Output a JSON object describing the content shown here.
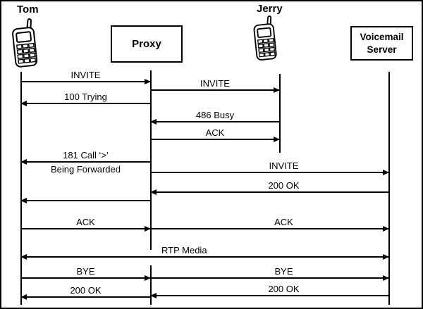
{
  "entities": {
    "tom": {
      "label": "Tom",
      "type": "phone"
    },
    "proxy": {
      "label": "Proxy",
      "type": "box"
    },
    "jerry": {
      "label": "Jerry",
      "type": "phone"
    },
    "voicemail": {
      "label": "Voicemail Server",
      "type": "box"
    }
  },
  "messages": [
    {
      "from": "Tom",
      "to": "Proxy",
      "label": "INVITE"
    },
    {
      "from": "Proxy",
      "to": "Jerry",
      "label": "INVITE"
    },
    {
      "from": "Proxy",
      "to": "Tom",
      "label": "100 Trying"
    },
    {
      "from": "Jerry",
      "to": "Proxy",
      "label": "486 Busy"
    },
    {
      "from": "Proxy",
      "to": "Jerry",
      "label": "ACK"
    },
    {
      "from": "Proxy",
      "to": "Tom",
      "label": "181 Call ‘>’",
      "label_line2": "Being Forwarded"
    },
    {
      "from": "Proxy",
      "to": "Voicemail Server",
      "label": "INVITE"
    },
    {
      "from": "Voicemail Server",
      "to": "Proxy",
      "label": "200 OK"
    },
    {
      "from": "Proxy",
      "to": "Tom",
      "label": ""
    },
    {
      "from": "Tom",
      "to": "Proxy",
      "label": "ACK"
    },
    {
      "from": "Proxy",
      "to": "Voicemail Server",
      "label": "ACK"
    },
    {
      "from": "Tom",
      "to": "Voicemail Server",
      "label": "RTP Media",
      "bidirectional": true
    },
    {
      "from": "Tom",
      "to": "Proxy",
      "label": "BYE"
    },
    {
      "from": "Proxy",
      "to": "Voicemail Server",
      "label": "BYE"
    },
    {
      "from": "Proxy",
      "to": "Tom",
      "label": "200 OK"
    },
    {
      "from": "Voicemail Server",
      "to": "Proxy",
      "label": "200 OK"
    }
  ],
  "colors": {
    "background": "#ffffff",
    "line": "#000000",
    "text": "#000000"
  }
}
